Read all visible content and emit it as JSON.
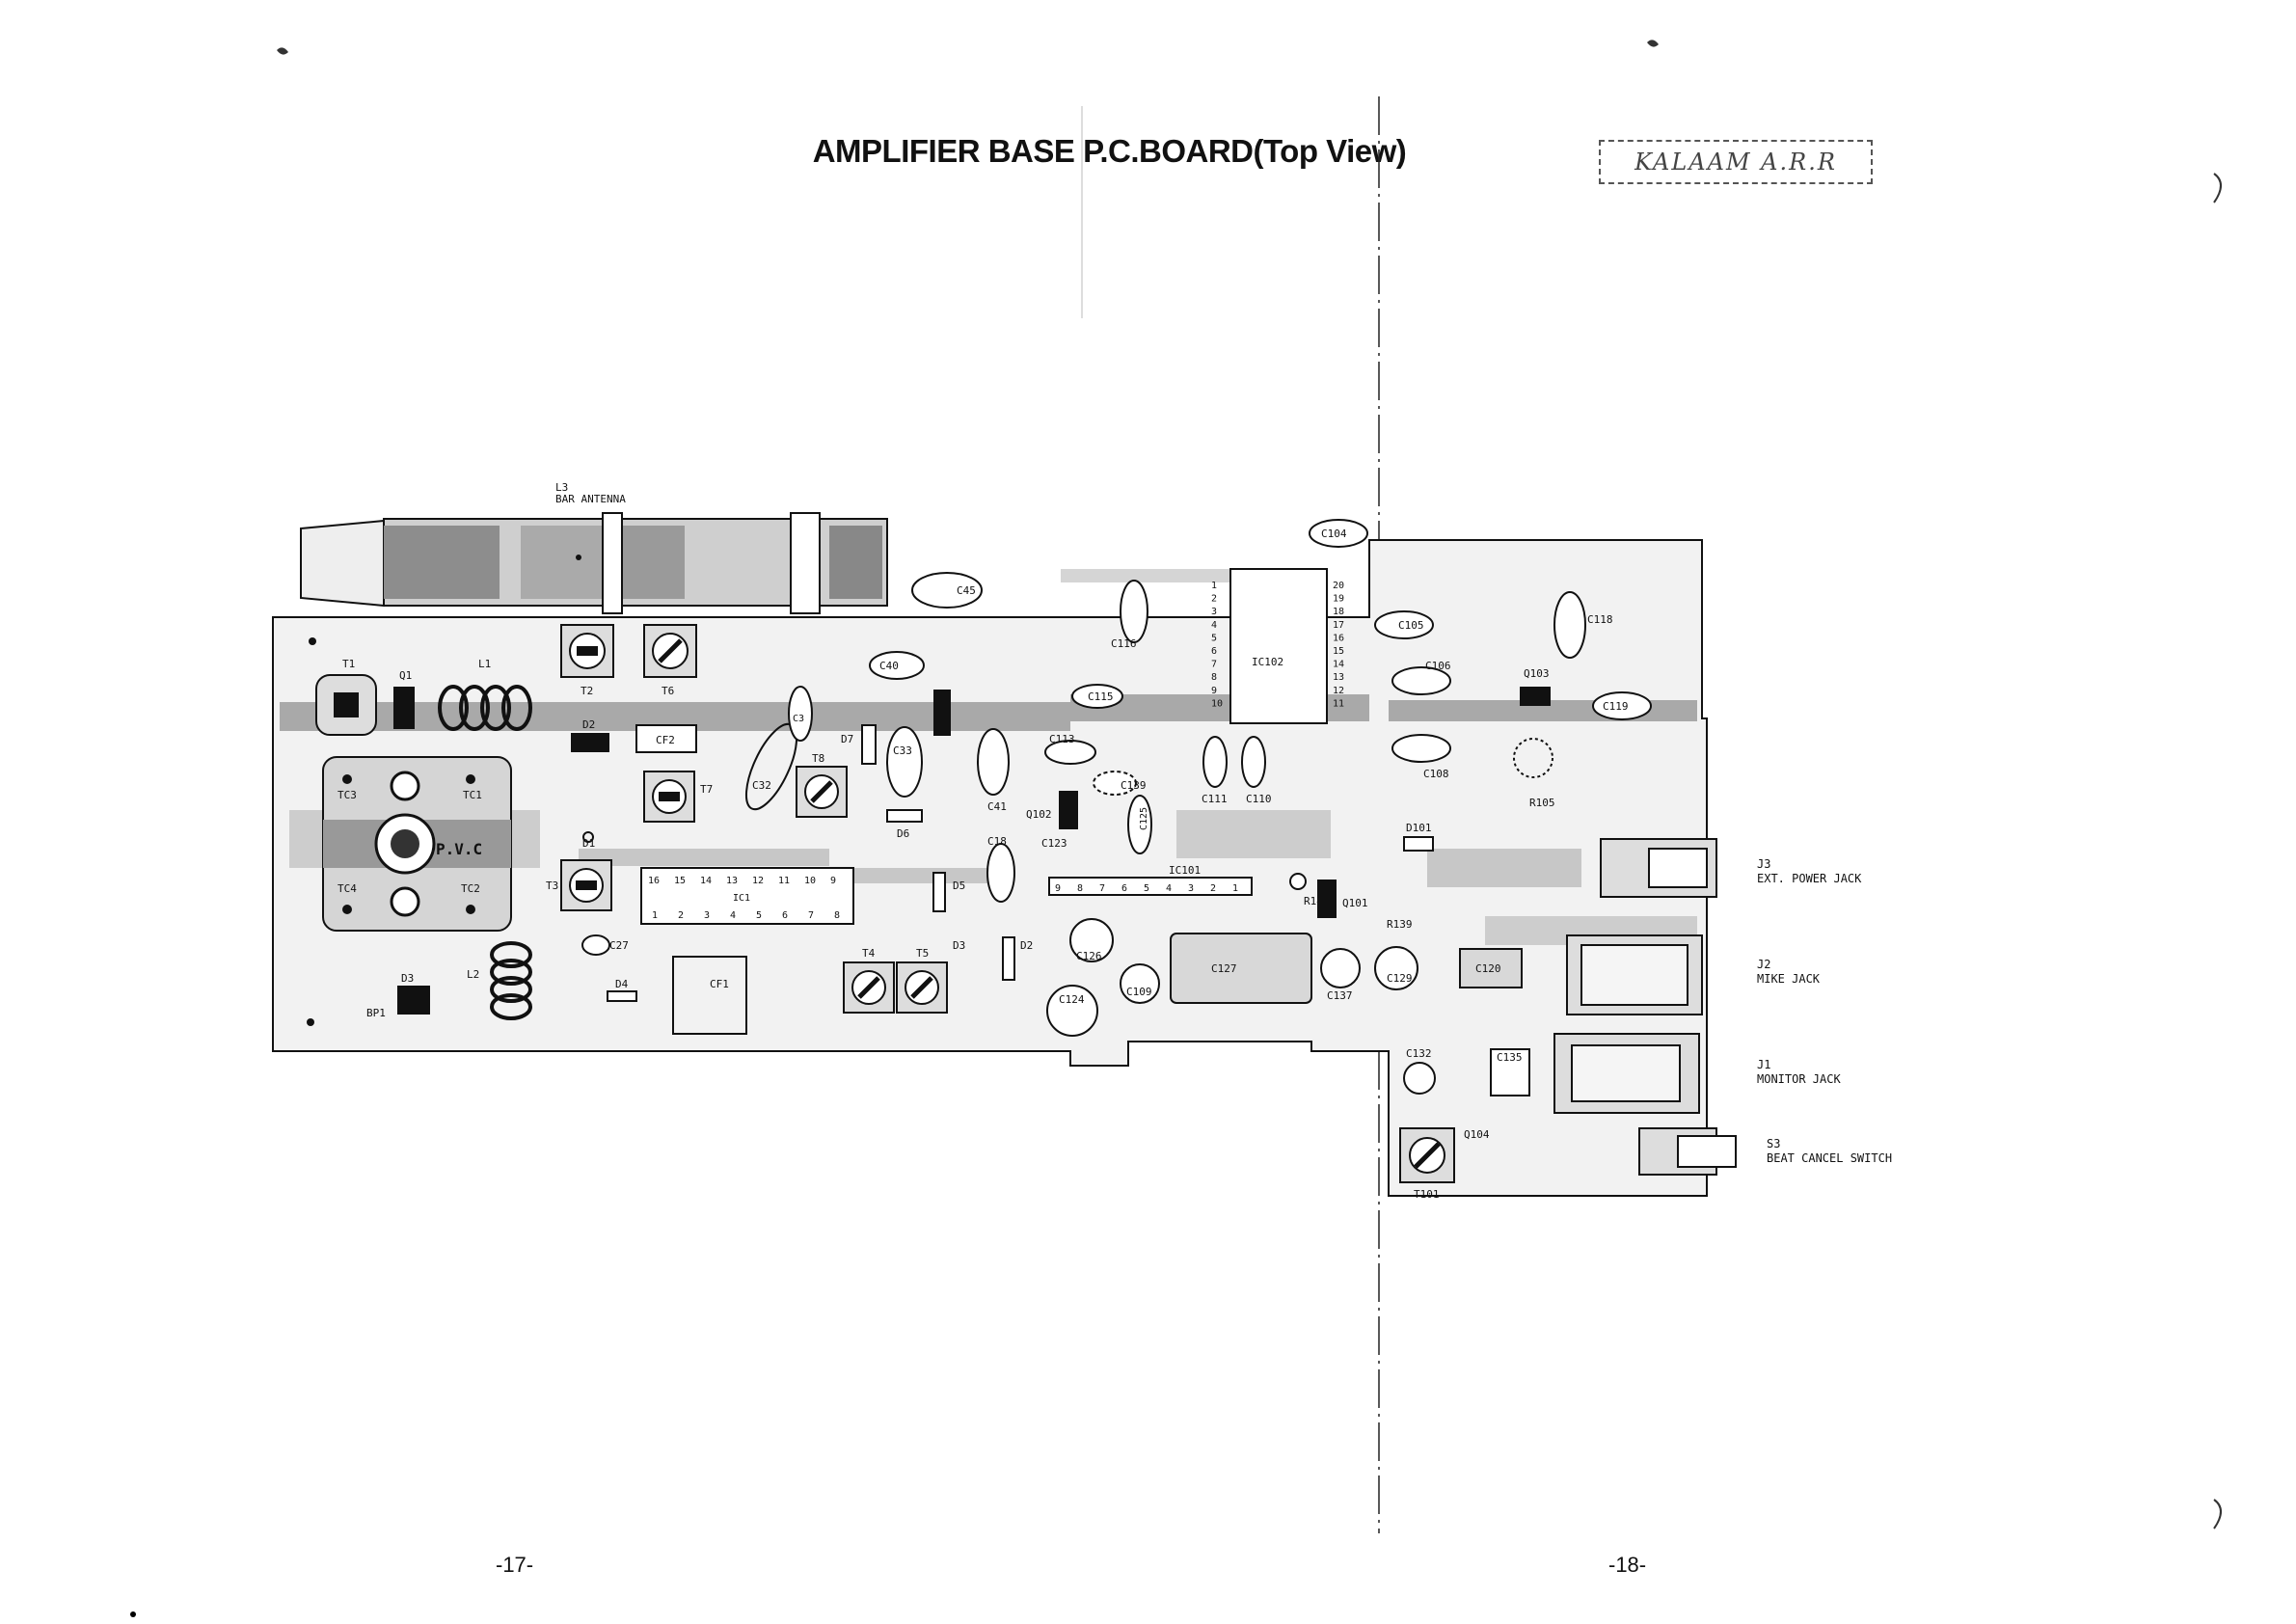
{
  "title": "AMPLIFIER BASE P.C.BOARD(Top View)",
  "stamp": "KALAAM A.R.R",
  "page_left": "-17-",
  "page_right": "-18-",
  "antenna": {
    "ref": "L3",
    "name": "BAR ANTENNA"
  },
  "pvc_label": "P.V.C",
  "ic102": {
    "ref": "IC102",
    "left_pins": [
      "1",
      "2",
      "3",
      "4",
      "5",
      "6",
      "7",
      "8",
      "9",
      "10"
    ],
    "right_pins": [
      "20",
      "19",
      "18",
      "17",
      "16",
      "15",
      "14",
      "13",
      "12",
      "11"
    ]
  },
  "ic101": {
    "ref": "IC101",
    "pins": [
      "9",
      "8",
      "7",
      "6",
      "5",
      "4",
      "3",
      "2",
      "1"
    ]
  },
  "ic1": {
    "ref": "IC1",
    "top_pins": [
      "16",
      "15",
      "14",
      "13",
      "12",
      "11",
      "10",
      "9"
    ],
    "bottom_pins": [
      "1",
      "2",
      "3",
      "4",
      "5",
      "6",
      "7",
      "8"
    ]
  },
  "components": {
    "t1": "T1",
    "q1": "Q1",
    "l1": "L1",
    "t2": "T2",
    "t6": "T6",
    "d2a": "D2",
    "cf2": "CF2",
    "t7": "T7",
    "t8": "T8",
    "c32": "C32",
    "c3x": "C3",
    "tc3": "TC3",
    "tc1": "TC1",
    "tc4": "TC4",
    "tc2": "TC2",
    "t3": "T3",
    "d1": "D1",
    "c27": "C27",
    "d3a": "D3",
    "bp1": "BP1",
    "l2": "L2",
    "d4": "D4",
    "cf1": "CF1",
    "c45": "C45",
    "c40": "C40",
    "d7": "D7",
    "c33": "C33",
    "d6": "D6",
    "c41": "C41",
    "c18": "C18",
    "d5": "D5",
    "d3b": "D3",
    "d2b": "D2",
    "t4": "T4",
    "t5": "T5",
    "c116": "C116",
    "c115": "C115",
    "c113": "C113",
    "c139": "C139",
    "q102": "Q102",
    "c123": "C123",
    "c125": "C125",
    "c111": "C111",
    "c110": "C110",
    "c104": "C104",
    "c105": "C105",
    "c106": "C106",
    "c108": "C108",
    "q103": "Q103",
    "c118": "C118",
    "c119": "C119",
    "r105": "R105",
    "d101": "D101",
    "r140": "R140",
    "q101": "Q101",
    "r139": "R139",
    "c129": "C129",
    "c120": "C120",
    "c126": "C126",
    "c127": "C127",
    "c109": "C109",
    "c124": "C124",
    "c137": "C137",
    "c132": "C132",
    "c135": "C135",
    "q104": "Q104",
    "t101": "T101"
  },
  "jacks": [
    {
      "ref": "J3",
      "name": "EXT. POWER JACK"
    },
    {
      "ref": "J2",
      "name": "MIKE JACK"
    },
    {
      "ref": "J1",
      "name": "MONITOR JACK"
    },
    {
      "ref": "S3",
      "name": "BEAT CANCEL SWITCH"
    }
  ]
}
